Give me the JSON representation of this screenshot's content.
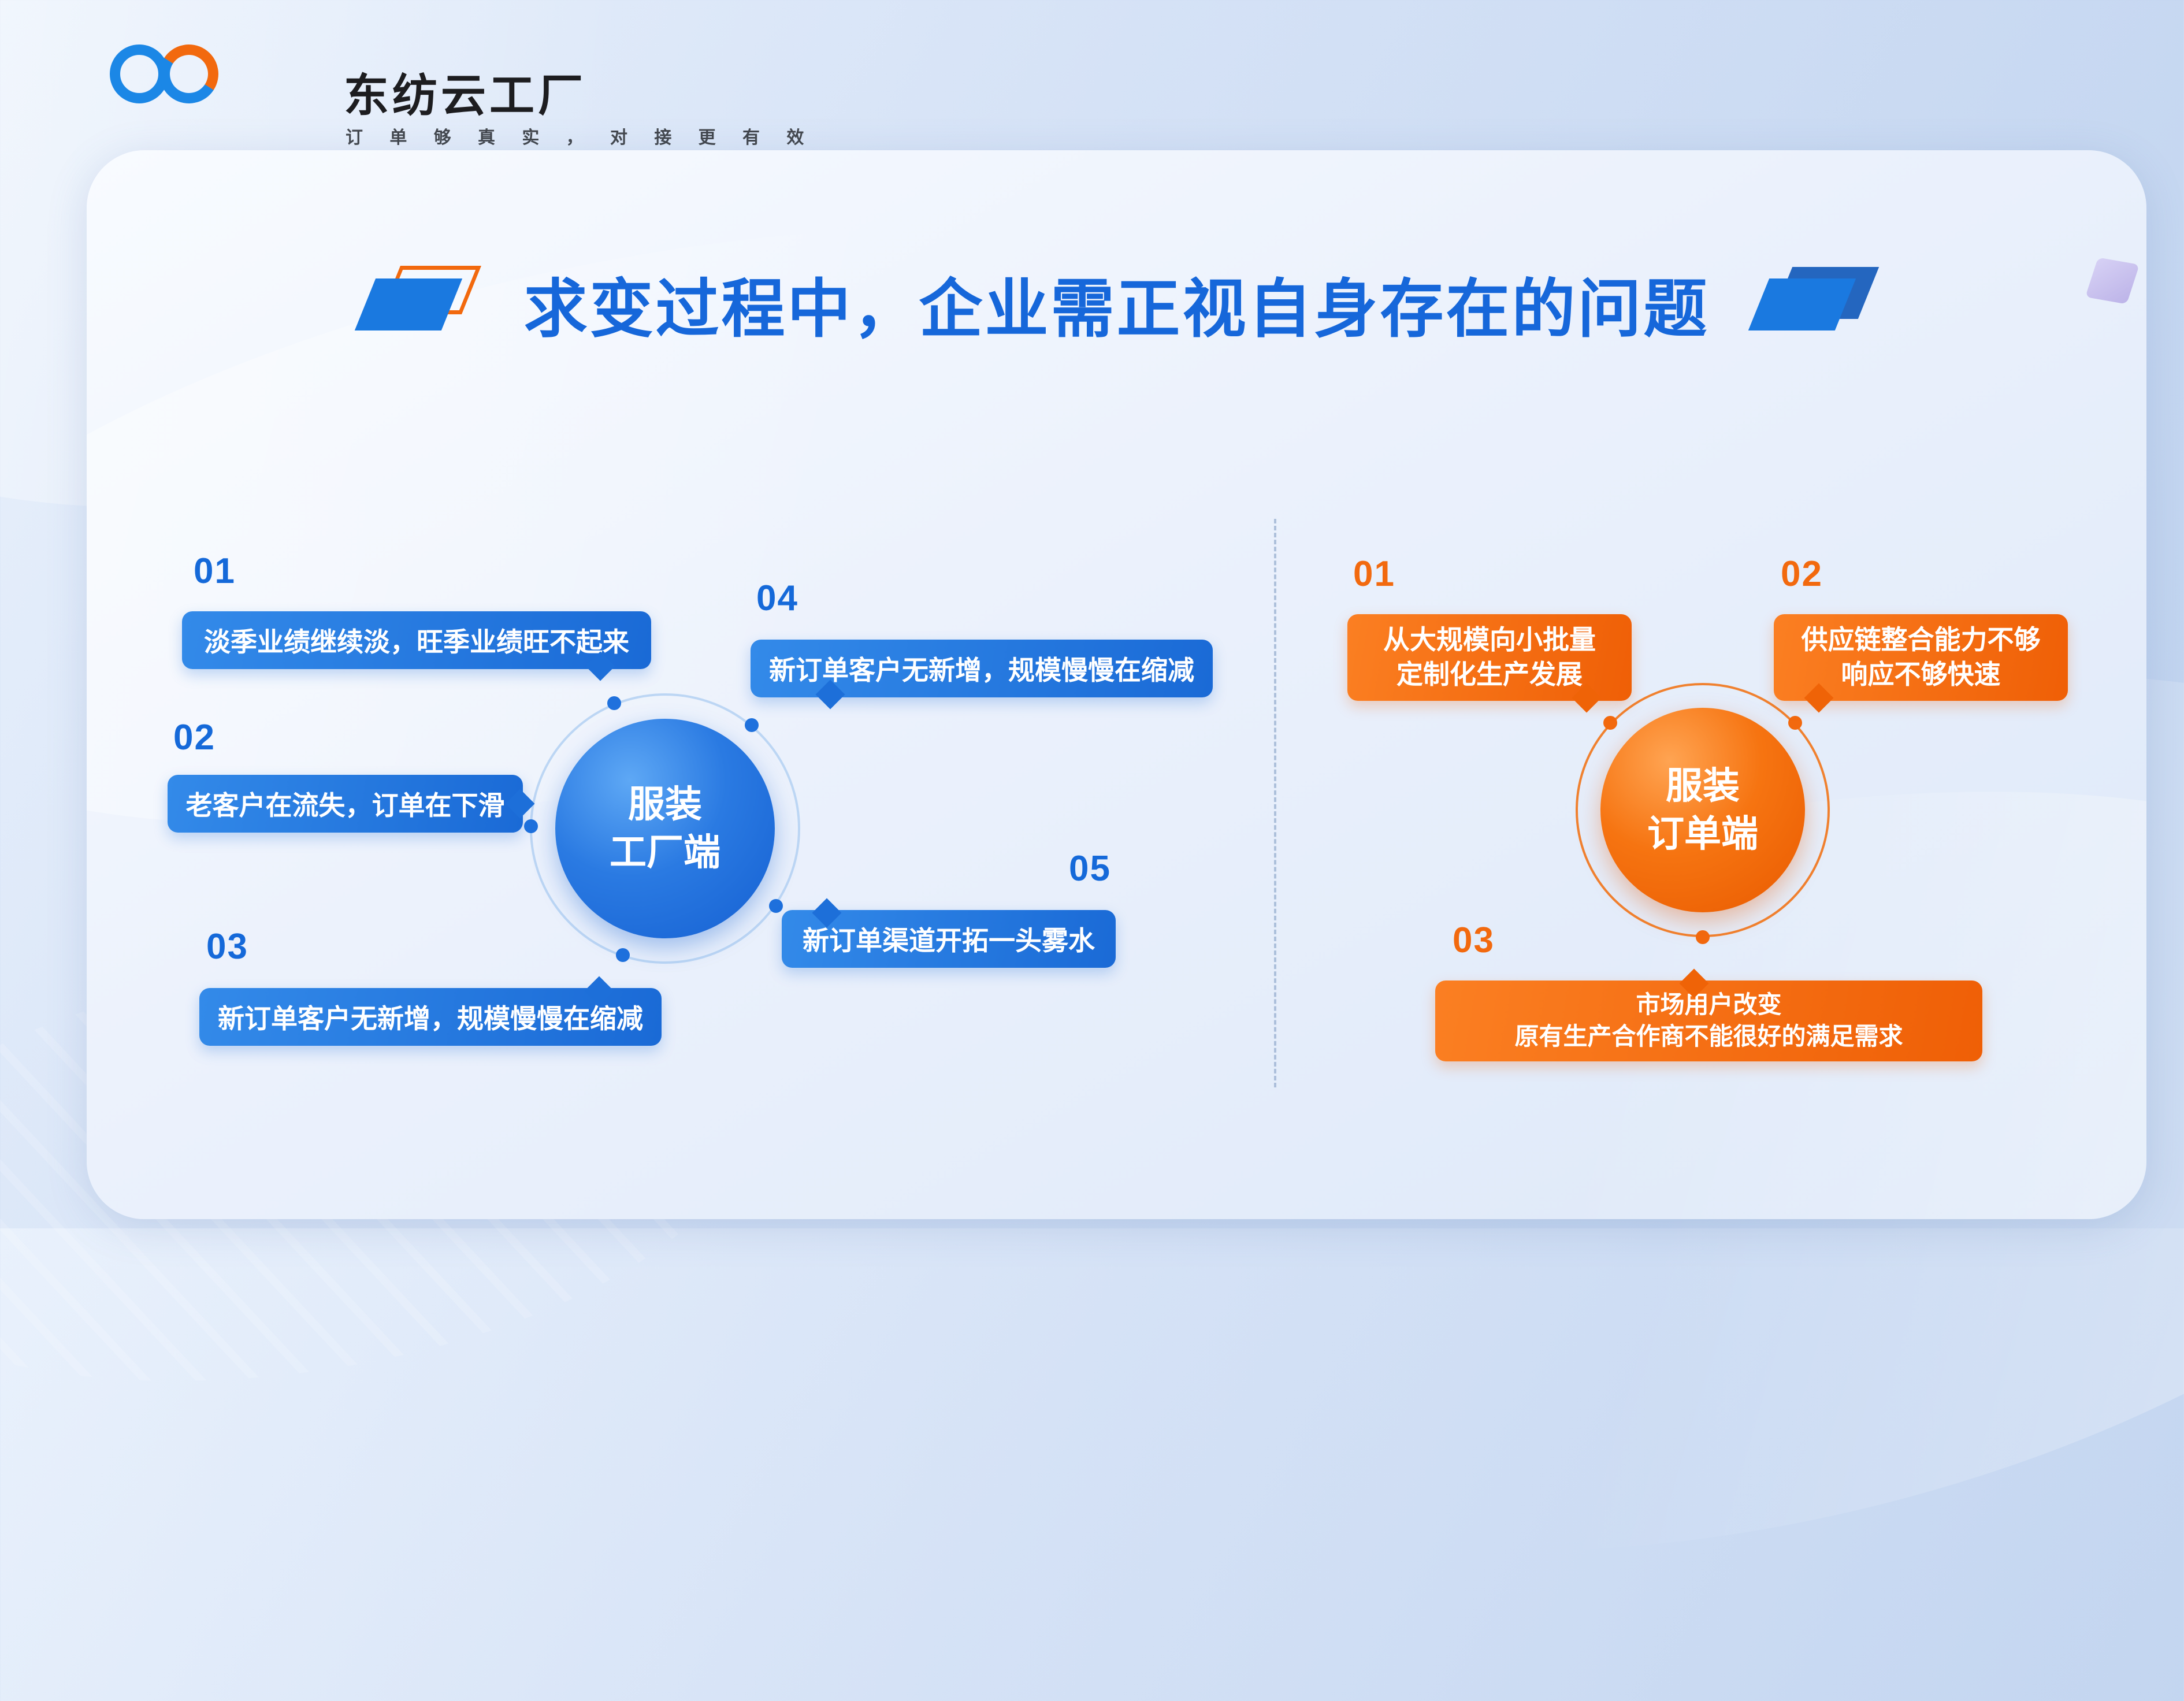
{
  "brand": {
    "name": "东纺云工厂",
    "tagline": "订 单 够 真 实 ， 对 接 更 有 效"
  },
  "title": "求变过程中，企业需正视自身存在的问题",
  "colors": {
    "title_blue": "#1667da",
    "bubble_blue": "#1a6ad6",
    "bubble_orange": "#ef6307",
    "number_blue": "#1569d9",
    "number_orange": "#f2690e",
    "page_background": "#d5e2f6"
  },
  "factory_side": {
    "center": {
      "line1": "服装",
      "line2": "工厂端"
    },
    "items": [
      {
        "num": "01",
        "text": "淡季业绩继续淡，旺季业绩旺不起来"
      },
      {
        "num": "02",
        "text": "老客户在流失，订单在下滑"
      },
      {
        "num": "03",
        "text": "新订单客户无新增，规模慢慢在缩减"
      },
      {
        "num": "04",
        "text": "新订单客户无新增，规模慢慢在缩减"
      },
      {
        "num": "05",
        "text": "新订单渠道开拓一头雾水"
      }
    ]
  },
  "order_side": {
    "center": {
      "line1": "服装",
      "line2": "订单端"
    },
    "items": [
      {
        "num": "01",
        "line1": "从大规模向小批量",
        "line2": "定制化生产发展"
      },
      {
        "num": "02",
        "line1": "供应链整合能力不够",
        "line2": "响应不够快速"
      },
      {
        "num": "03",
        "line1": "市场用户改变",
        "line2": "原有生产合作商不能很好的满足需求"
      }
    ]
  }
}
